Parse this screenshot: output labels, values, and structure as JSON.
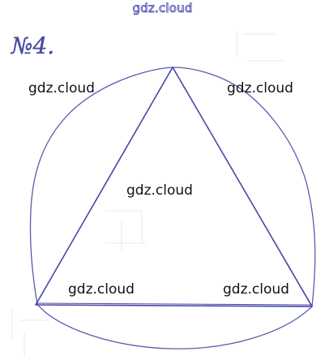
{
  "problem_number": "№4.",
  "watermarks": {
    "top": "gdz.cloud",
    "left_arc": "gdz.cloud",
    "right_arc": "gdz.cloud",
    "center": "gdz.cloud",
    "bottom_left": "gdz.cloud",
    "bottom_right": "gdz.cloud"
  },
  "colors": {
    "ink": "#4a4aa6",
    "watermark_text": "#111111",
    "watermark_top_outline": "#3a3aa8",
    "faint_grid": "#e6e6ee"
  }
}
